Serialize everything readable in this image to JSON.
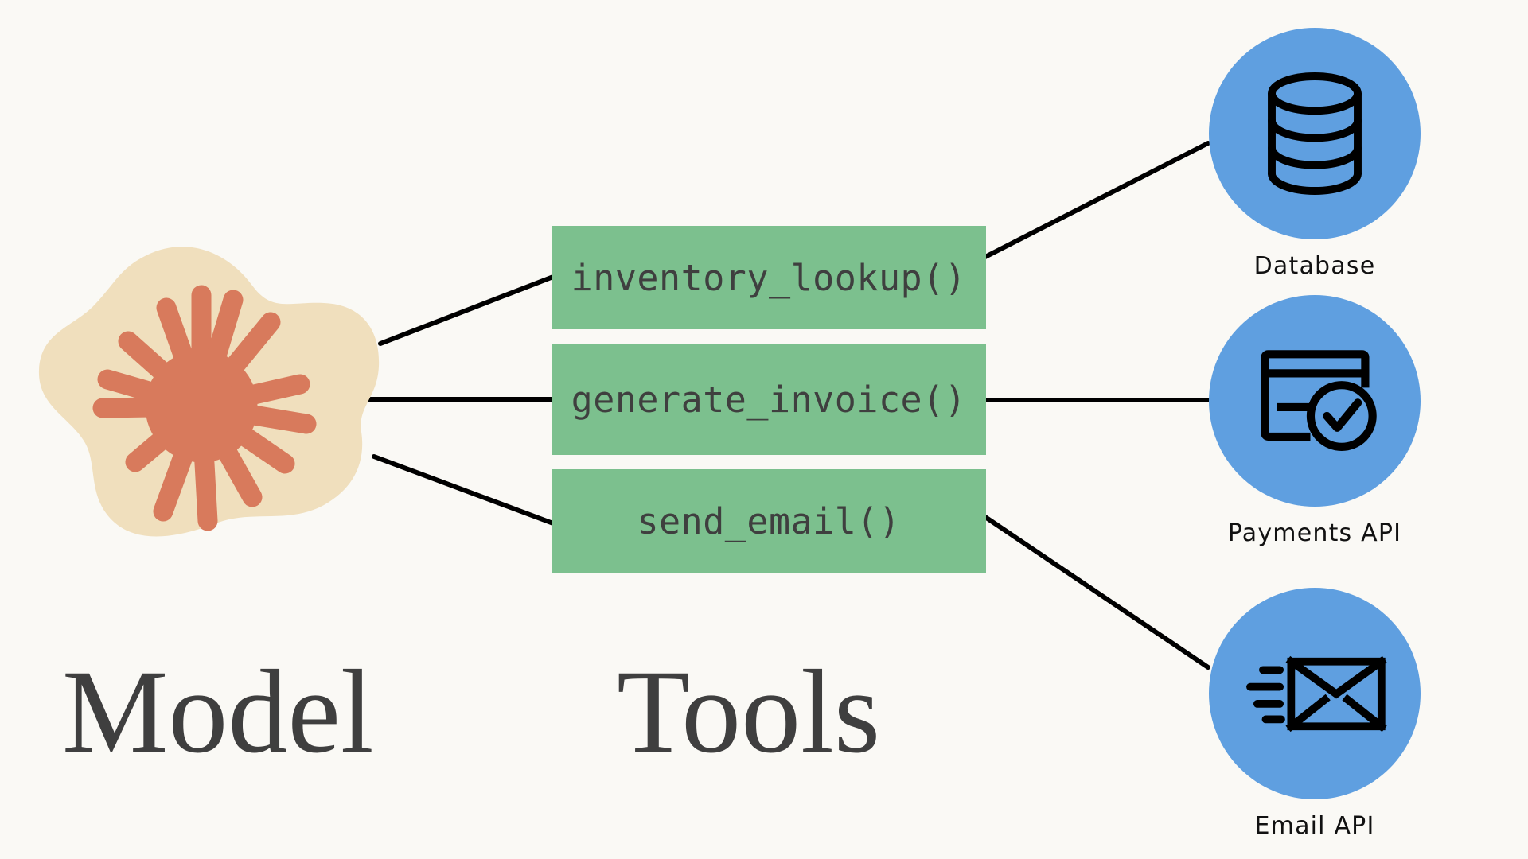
{
  "theme": {
    "background": "#faf9f5",
    "tool_box_fill": "#7cc08e",
    "node_circle_fill": "#5f9fe0",
    "blob_fill": "#f0dfbd",
    "burst_fill": "#d87a5c",
    "line_color": "#000000",
    "caption_color": "#3f3f3f",
    "label_color": "#111111"
  },
  "model": {
    "caption": "Model",
    "icon": "anthropic-burst-icon"
  },
  "tools": {
    "caption": "Tools",
    "items": [
      {
        "label": "inventory_lookup()",
        "icon": "function-box"
      },
      {
        "label": "generate_invoice()",
        "icon": "function-box"
      },
      {
        "label": "send_email()",
        "icon": "function-box"
      }
    ]
  },
  "services": [
    {
      "label": "Database",
      "icon": "database-cylinder-icon"
    },
    {
      "label": "Payments API",
      "icon": "credit-card-check-icon"
    },
    {
      "label": "Email API",
      "icon": "envelope-send-icon"
    }
  ],
  "connections": [
    {
      "from": "model",
      "to": "inventory_lookup()"
    },
    {
      "from": "model",
      "to": "generate_invoice()"
    },
    {
      "from": "model",
      "to": "send_email()"
    },
    {
      "from": "inventory_lookup()",
      "to": "Database"
    },
    {
      "from": "generate_invoice()",
      "to": "Payments API"
    },
    {
      "from": "send_email()",
      "to": "Email API"
    }
  ]
}
